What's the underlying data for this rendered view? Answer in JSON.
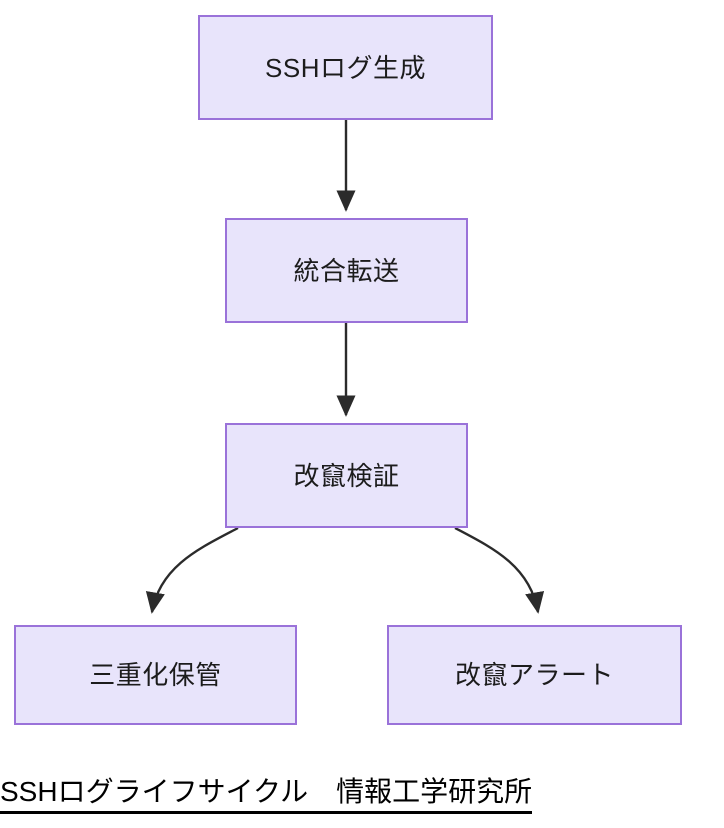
{
  "diagram": {
    "type": "flowchart",
    "direction": "top-to-bottom",
    "nodes": [
      {
        "id": "generate",
        "label": "SSHログ生成"
      },
      {
        "id": "forward",
        "label": "統合転送"
      },
      {
        "id": "verify",
        "label": "改竄検証"
      },
      {
        "id": "storage",
        "label": "三重化保管"
      },
      {
        "id": "alert",
        "label": "改竄アラート"
      }
    ],
    "edges": [
      {
        "from": "generate",
        "to": "forward",
        "style": "straight-arrow"
      },
      {
        "from": "forward",
        "to": "verify",
        "style": "straight-arrow"
      },
      {
        "from": "verify",
        "to": "storage",
        "style": "curved-arrow"
      },
      {
        "from": "verify",
        "to": "alert",
        "style": "curved-arrow"
      }
    ],
    "colors": {
      "node_fill": "#e8e4fb",
      "node_border": "#9a72d9",
      "edge": "#2b2b2b",
      "text": "#1c1c1c",
      "background": "#ffffff"
    }
  },
  "caption": {
    "text": "SSHログライフサイクル　情報工学研究所"
  }
}
